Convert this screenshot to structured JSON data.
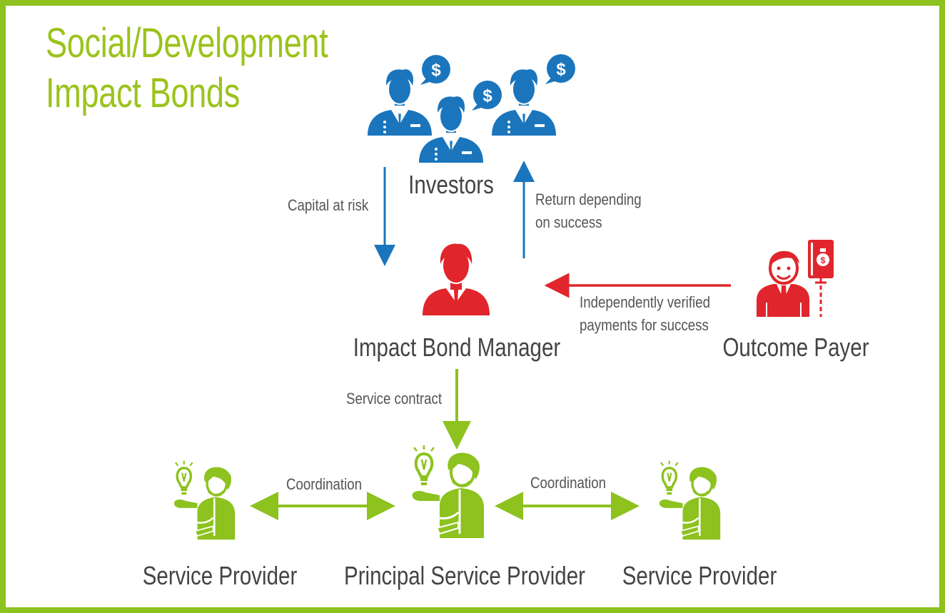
{
  "title": {
    "line1": "Social/Development",
    "line2": "Impact Bonds"
  },
  "nodes": {
    "investors": "Investors",
    "manager": "Impact Bond Manager",
    "outcome_payer": "Outcome Payer",
    "service_provider_left": "Service Provider",
    "principal_provider": "Principal Service Provider",
    "service_provider_right": "Service Provider"
  },
  "edges": {
    "capital": "Capital at risk",
    "return_line1": "Return depending",
    "return_line2": "on success",
    "payments_line1": "Independently verified",
    "payments_line2": "payments for success",
    "service_contract": "Service contract",
    "coordination_left": "Coordination",
    "coordination_right": "Coordination"
  },
  "icons": {
    "currency_symbol": "$"
  },
  "colors": {
    "green": "#8dc21f",
    "blue": "#1a75bc",
    "red": "#e0262c"
  }
}
